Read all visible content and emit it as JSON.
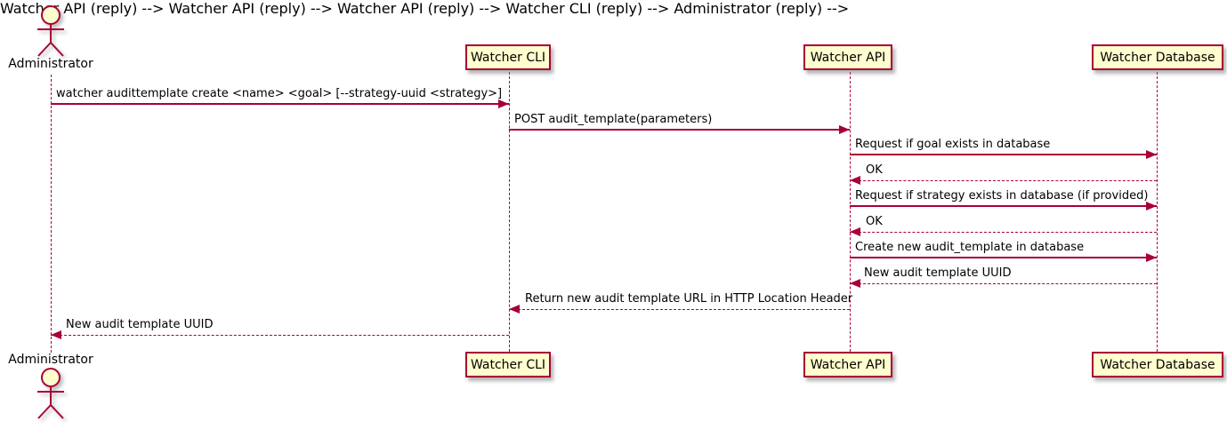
{
  "colors": {
    "fill": "#FEFECE",
    "stroke": "#A80036",
    "text": "#000000",
    "background": "#FFFFFF"
  },
  "actor": {
    "label": "Administrator"
  },
  "participants": [
    {
      "label": "Watcher CLI"
    },
    {
      "label": "Watcher API"
    },
    {
      "label": "Watcher Database"
    }
  ],
  "messages": [
    {
      "from": "Administrator",
      "to": "Watcher CLI",
      "type": "solid",
      "text": "watcher audittemplate create <name> <goal> [--strategy-uuid <strategy>]"
    },
    {
      "from": "Watcher CLI",
      "to": "Watcher API",
      "type": "solid",
      "text": "POST audit_template(parameters)"
    },
    {
      "from": "Watcher API",
      "to": "Watcher Database",
      "type": "solid",
      "text": "Request if goal exists in database"
    },
    {
      "from": "Watcher Database",
      "to": "Watcher API",
      "type": "dashed",
      "text": "OK"
    },
    {
      "from": "Watcher API",
      "to": "Watcher Database",
      "type": "solid",
      "text": "Request if strategy exists in database (if provided)"
    },
    {
      "from": "Watcher Database",
      "to": "Watcher API",
      "type": "dashed",
      "text": "OK"
    },
    {
      "from": "Watcher API",
      "to": "Watcher Database",
      "type": "solid",
      "text": "Create new audit_template in database"
    },
    {
      "from": "Watcher Database",
      "to": "Watcher API",
      "type": "dashed",
      "text": "New audit template UUID"
    },
    {
      "from": "Watcher API",
      "to": "Watcher CLI",
      "type": "dashed",
      "text": "Return new audit template URL in HTTP Location Header"
    },
    {
      "from": "Watcher CLI",
      "to": "Administrator",
      "type": "dashed",
      "text": "New audit template UUID"
    }
  ]
}
